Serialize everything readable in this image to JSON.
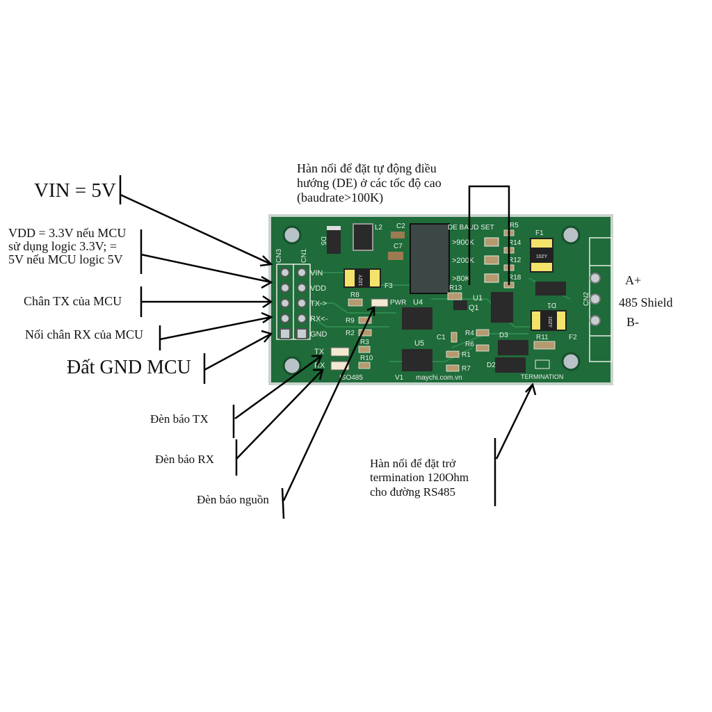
{
  "annotations": {
    "vin": "VIN = 5V",
    "vdd": [
      "VDD = 3.3V nếu MCU",
      "sử dụng logic 3.3V; =",
      "5V nếu MCU logic 5V"
    ],
    "tx_pin": "Chân TX của MCU",
    "rx_pin": "Nối chân RX của MCU",
    "gnd": "Đất GND MCU",
    "de_jumper": [
      "Hàn nối để đặt tự động điều",
      "hướng (DE) ở các tốc độ cao",
      "(baudrate>100K)"
    ],
    "a_plus": "A+",
    "shield": "485 Shield",
    "b_minus": "B-",
    "led_tx": "Đèn báo TX",
    "led_rx": "Đèn báo RX",
    "led_pwr": "Đèn báo nguồn",
    "termination": [
      "Hàn nối để đặt trở",
      "termination 120Ohm",
      "cho đường RS485"
    ]
  },
  "pcb": {
    "pins": [
      "VIN",
      "VDD",
      "TX->",
      "RX<-",
      "GND"
    ],
    "cn1": "CN1",
    "cn3": "CN3",
    "cn2": "CN2",
    "de_baud_set": "DE BAUD SET",
    "baud_options": [
      ">900K",
      ">200K",
      ">80K"
    ],
    "led_labels": [
      "TX",
      "RX",
      "PWR"
    ],
    "chips": [
      "U4",
      "U5",
      "U1",
      "Q1"
    ],
    "fuse_marking": "102Y",
    "refs": [
      "D5",
      "L2",
      "C2",
      "C7",
      "F3",
      "R8",
      "R9",
      "R2",
      "R3",
      "R10",
      "R13",
      "R5",
      "R14",
      "R12",
      "R18",
      "F1",
      "F2",
      "D1",
      "D2",
      "D3",
      "R4",
      "R6",
      "R1",
      "R7",
      "R11",
      "C1"
    ],
    "model": "ISO485",
    "version": "V1",
    "website": "maychi.com.vn",
    "termination_label": "TERMINATION"
  },
  "colors": {
    "pcb": "#1f6b3a",
    "pcb_dark": "#175a2f",
    "silkscreen": "#e8efe8",
    "chip": "#2a2a2a"
  }
}
